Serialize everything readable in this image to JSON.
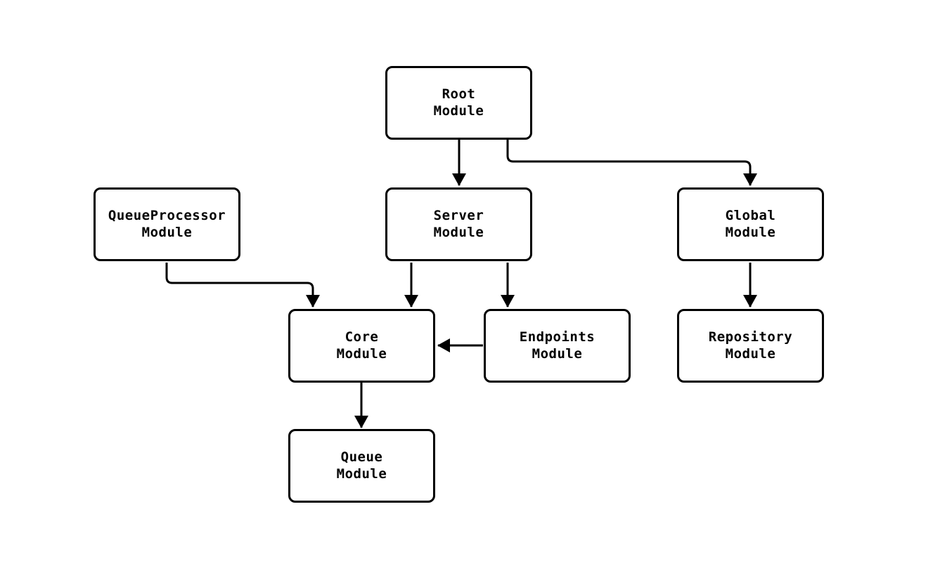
{
  "diagram": {
    "type": "flowchart",
    "background_color": "#ffffff",
    "stroke_color": "#000000",
    "node_fill_color": "#ffffff",
    "text_color": "#000000",
    "nodes": {
      "root": {
        "label": "Root\nModule"
      },
      "queueprocessor": {
        "label": "QueueProcessor\nModule"
      },
      "server": {
        "label": "Server\nModule"
      },
      "global": {
        "label": "Global\nModule"
      },
      "core": {
        "label": "Core\nModule"
      },
      "endpoints": {
        "label": "Endpoints\nModule"
      },
      "repository": {
        "label": "Repository\nModule"
      },
      "queue": {
        "label": "Queue\nModule"
      }
    },
    "edges": [
      {
        "from": "root",
        "to": "server"
      },
      {
        "from": "root",
        "to": "global"
      },
      {
        "from": "queueprocessor",
        "to": "core"
      },
      {
        "from": "server",
        "to": "core"
      },
      {
        "from": "server",
        "to": "endpoints"
      },
      {
        "from": "endpoints",
        "to": "core"
      },
      {
        "from": "global",
        "to": "repository"
      },
      {
        "from": "core",
        "to": "queue"
      }
    ]
  }
}
